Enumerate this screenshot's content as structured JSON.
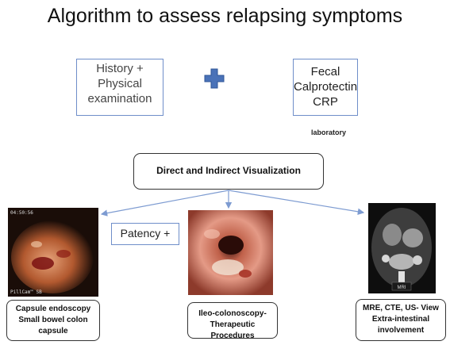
{
  "title": "Algorithm to assess relapsing symptoms",
  "history_box": {
    "line1": "History +",
    "line2": "Physical",
    "line3": "examination"
  },
  "plus_icon": "plus-cross-icon",
  "fecal_box": {
    "line1": "Fecal",
    "line2": "Calprotectin",
    "line3": "CRP"
  },
  "lab_caption": "laboratory",
  "visualization_box": "Direct and Indirect Visualization",
  "patency_box": "Patency +",
  "capsule_photo": {
    "stamp_top": "04:50:56",
    "stamp_bottom": "PillCam™ SB"
  },
  "mri_photo": {
    "tag": "MRI"
  },
  "capsule_box": {
    "line1": "Capsule endoscopy",
    "line2": "Small bowel colon",
    "line3": "capsule"
  },
  "ileo_box": {
    "line1": "Ileo-colonoscopy-",
    "line2": "Therapeutic Procedures"
  },
  "mri_box": {
    "line1": "MRE, CTE, US- View",
    "line2": "Extra-intestinal",
    "line3": "involvement"
  },
  "colors": {
    "accent_blue": "#4a72b8",
    "box_border_blue": "#6f8ec9",
    "arrow_blue": "#7d9bd1"
  }
}
